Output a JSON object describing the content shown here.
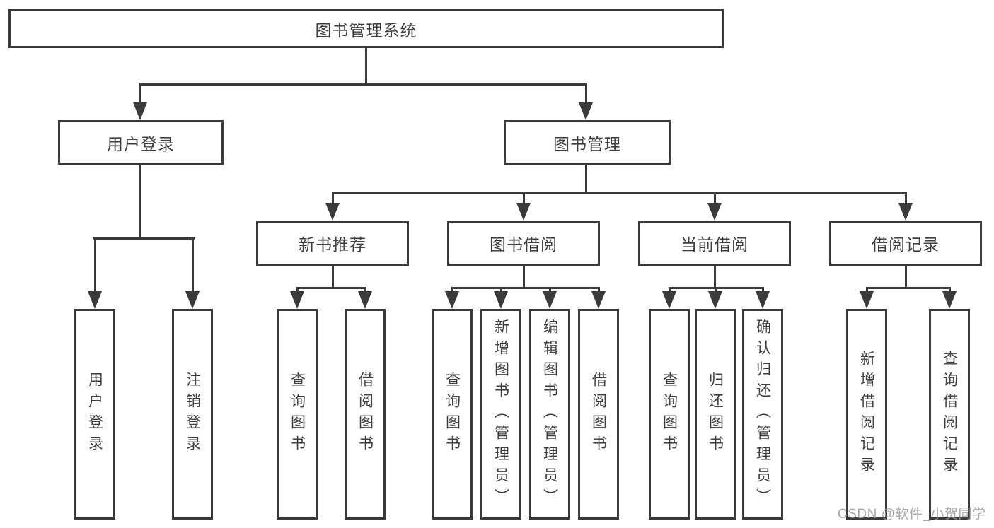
{
  "watermark": "CSDN @软件_小贺同学",
  "diagram": {
    "title": "图书管理系统",
    "nodes": [
      {
        "id": "root",
        "label": "图书管理系统",
        "parent": null,
        "orientation": "horizontal"
      },
      {
        "id": "user-login",
        "label": "用户登录",
        "parent": "root",
        "orientation": "horizontal"
      },
      {
        "id": "book-mgmt",
        "label": "图书管理",
        "parent": "root",
        "orientation": "horizontal"
      },
      {
        "id": "new-books",
        "label": "新书推荐",
        "parent": "book-mgmt",
        "orientation": "horizontal"
      },
      {
        "id": "book-borrow",
        "label": "图书借阅",
        "parent": "book-mgmt",
        "orientation": "horizontal"
      },
      {
        "id": "current-borrow",
        "label": "当前借阅",
        "parent": "book-mgmt",
        "orientation": "horizontal"
      },
      {
        "id": "borrow-records",
        "label": "借阅记录",
        "parent": "book-mgmt",
        "orientation": "horizontal"
      },
      {
        "id": "login",
        "label": "用户登录",
        "parent": "user-login",
        "orientation": "vertical"
      },
      {
        "id": "logout",
        "label": "注销登录",
        "parent": "user-login",
        "orientation": "vertical"
      },
      {
        "id": "search-books-recommend",
        "label": "查询图书",
        "parent": "new-books",
        "orientation": "vertical"
      },
      {
        "id": "borrow-books-recommend",
        "label": "借阅图书",
        "parent": "new-books",
        "orientation": "vertical"
      },
      {
        "id": "search-books-borrow",
        "label": "查询图书",
        "parent": "book-borrow",
        "orientation": "vertical"
      },
      {
        "id": "add-books-admin",
        "label": "新增图书（管理员）",
        "parent": "book-borrow",
        "orientation": "vertical"
      },
      {
        "id": "edit-books-admin",
        "label": "编辑图书（管理员）",
        "parent": "book-borrow",
        "orientation": "vertical"
      },
      {
        "id": "borrow-books",
        "label": "借阅图书",
        "parent": "book-borrow",
        "orientation": "vertical"
      },
      {
        "id": "search-books-current",
        "label": "查询图书",
        "parent": "current-borrow",
        "orientation": "vertical"
      },
      {
        "id": "return-books",
        "label": "归还图书",
        "parent": "current-borrow",
        "orientation": "vertical"
      },
      {
        "id": "confirm-return-admin",
        "label": "确认归还（管理员）",
        "parent": "current-borrow",
        "orientation": "vertical"
      },
      {
        "id": "add-borrow-record",
        "label": "新增借阅记录",
        "parent": "borrow-records",
        "orientation": "vertical"
      },
      {
        "id": "search-borrow-record",
        "label": "查询借阅记录",
        "parent": "borrow-records",
        "orientation": "vertical"
      }
    ]
  }
}
